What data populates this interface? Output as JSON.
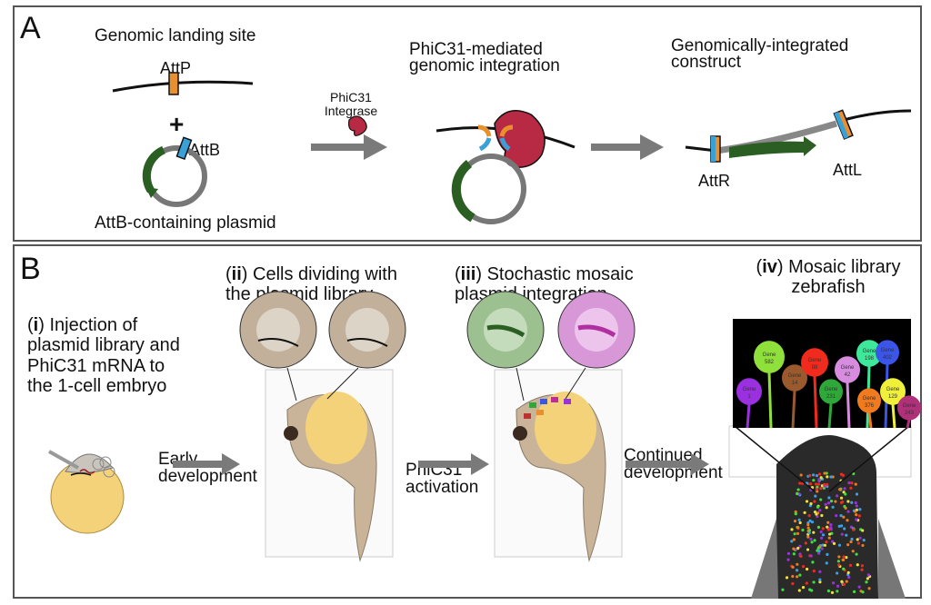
{
  "panel_a": {
    "letter": "A",
    "step1": {
      "title": "Genomic landing site",
      "attp_label": "AttP",
      "plus": "+",
      "attb_label": "AttB",
      "caption": "AttB-containing plasmid"
    },
    "enzyme": {
      "line1": "PhiC31",
      "line2": "Integrase"
    },
    "step2": {
      "line1": "PhiC31-mediated",
      "line2": "genomic integration"
    },
    "step3": {
      "line1": "Genomically-integrated",
      "line2": "construct",
      "attr_label": "AttR",
      "attl_label": "AttL"
    }
  },
  "panel_b": {
    "letter": "B",
    "stage_i": {
      "numeral": "i",
      "lines": [
        "Injection of",
        "plasmid library and",
        "PhiC31 mRNA to",
        "the 1-cell embryo"
      ]
    },
    "arrow1": {
      "line1": "Early",
      "line2": "development"
    },
    "stage_ii": {
      "numeral": "ii",
      "line1": "Cells dividing with",
      "line2": "the plasmid library"
    },
    "arrow2": {
      "line1": "PhiC31",
      "line2": "activation"
    },
    "stage_iii": {
      "numeral": "iii",
      "line1": "Stochastic mosaic",
      "line2": "plasmid integration"
    },
    "arrow3": {
      "line1": "Continued",
      "line2": "development"
    },
    "stage_iv": {
      "numeral": "iv",
      "line1": "Mosaic library",
      "line2": "zebrafish"
    },
    "genes": [
      {
        "word": "Gene",
        "id": "1",
        "color": "#9b30e0"
      },
      {
        "word": "Gene",
        "id": "582",
        "color": "#8fe03a"
      },
      {
        "word": "Gene",
        "id": "14",
        "color": "#9a5a2e"
      },
      {
        "word": "Gene",
        "id": "98",
        "color": "#f02b1e"
      },
      {
        "word": "Gene",
        "id": "231",
        "color": "#2fa83a"
      },
      {
        "word": "Gene",
        "id": "42",
        "color": "#d88ce0"
      },
      {
        "word": "Gene",
        "id": "198",
        "color": "#3de89a"
      },
      {
        "word": "Gene",
        "id": "376",
        "color": "#f07a1e"
      },
      {
        "word": "Gene",
        "id": "402",
        "color": "#3a55e8"
      },
      {
        "word": "Gene",
        "id": "129",
        "color": "#f0f03a"
      },
      {
        "word": "Gene",
        "id": "243",
        "color": "#b0307a"
      }
    ]
  },
  "colors": {
    "attp": "#e8902e",
    "attb": "#3aa0d8",
    "gene_cassette": "#2a5e22",
    "plasmid": "#7a7a7a",
    "integrase": "#b82a44",
    "arrow": "#7a7a7a",
    "yolk": "#f4d27a",
    "embryo": "#c9b49a"
  }
}
